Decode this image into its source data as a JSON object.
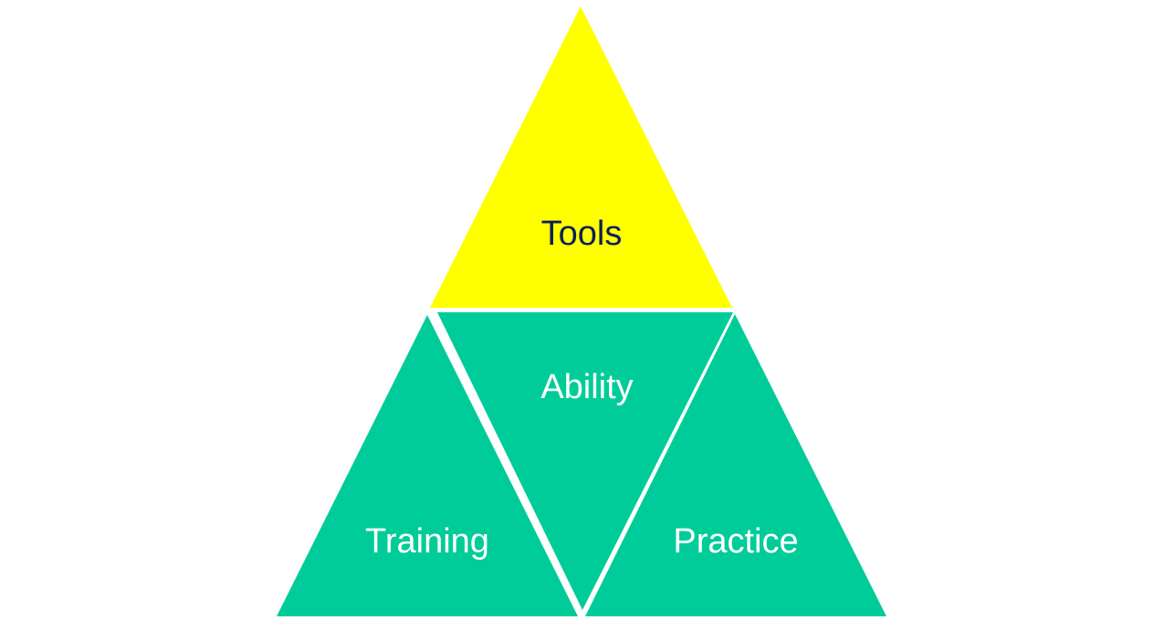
{
  "diagram": {
    "top": {
      "label": "Tools",
      "fill": "#FFFF00",
      "text_color": "#0B1F5C"
    },
    "left": {
      "label": "Training",
      "fill": "#00CC99",
      "text_color": "#FFFFFF"
    },
    "center": {
      "label": "Ability",
      "fill": "#00CC99",
      "text_color": "#FFFFFF"
    },
    "right": {
      "label": "Practice",
      "fill": "#00CC99",
      "text_color": "#FFFFFF"
    }
  }
}
